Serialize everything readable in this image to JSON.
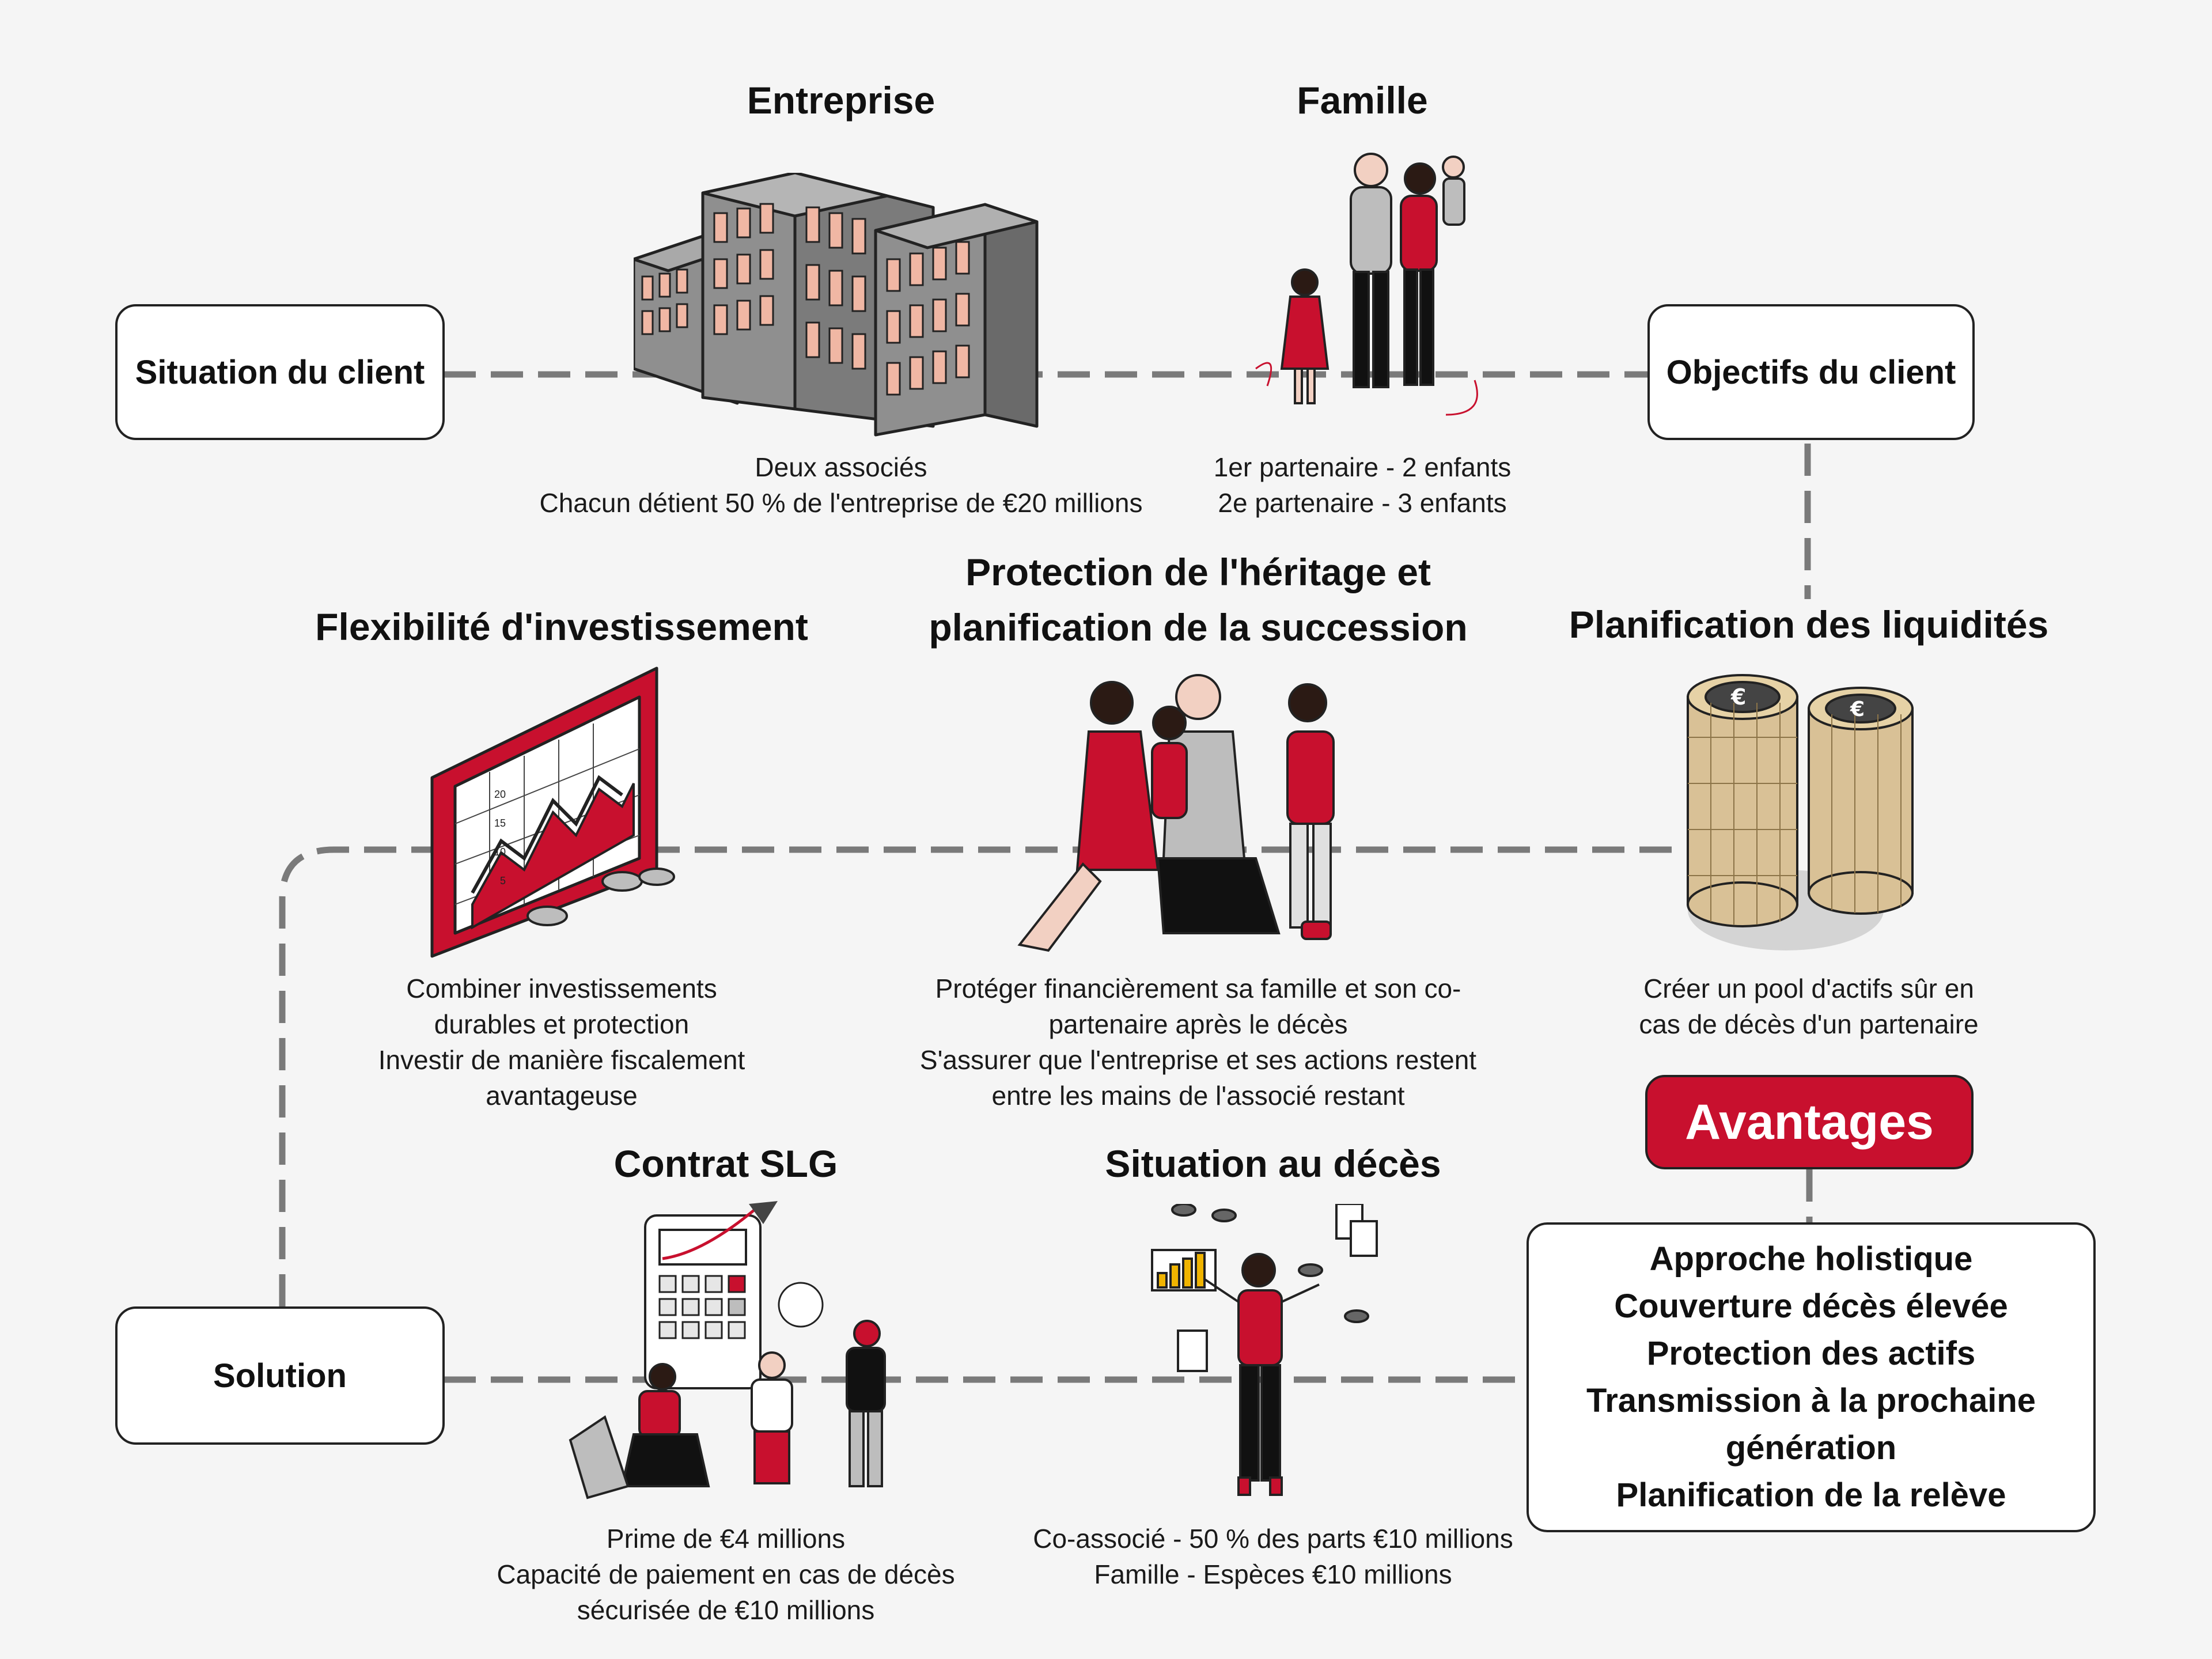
{
  "nodes": {
    "situation": "Situation du client",
    "objectifs": "Objectifs du client",
    "solution": "Solution"
  },
  "entreprise": {
    "title": "Entreprise",
    "lines": [
      "Deux associés",
      "Chacun détient 50 % de l'entreprise de €20 millions"
    ]
  },
  "famille": {
    "title": "Famille",
    "lines": [
      "1er partenaire - 2 enfants",
      "2e partenaire - 3 enfants"
    ]
  },
  "flexibilite": {
    "title": "Flexibilité d'investissement",
    "lines": [
      "Combiner investissements",
      "durables et protection",
      "Investir de manière fiscalement",
      "avantageuse"
    ],
    "chart_ticks": [
      "20",
      "15",
      "10",
      "5"
    ]
  },
  "protection": {
    "title_lines": [
      "Protection de l'héritage et",
      "planification de la succession"
    ],
    "lines": [
      "Protéger financièrement sa famille et son co-",
      "partenaire après le décès",
      "S'assurer que l'entreprise et ses actions restent",
      "entre les mains de l'associé restant"
    ]
  },
  "liquidites": {
    "title": "Planification des liquidités",
    "lines": [
      "Créer un pool d'actifs sûr en",
      "cas de décès d'un partenaire"
    ]
  },
  "contrat": {
    "title": "Contrat SLG",
    "lines": [
      "Prime de €4 millions",
      "Capacité de paiement en cas de décès",
      "sécurisée de €10 millions"
    ]
  },
  "deces": {
    "title": "Situation au décès",
    "lines": [
      "Co-associé - 50 % des parts €10 millions",
      "Famille - Espèces €10 millions"
    ]
  },
  "avantages": {
    "title": "Avantages",
    "items": [
      "Approche holistique",
      "Couverture décès élevée",
      "Protection des actifs",
      "Transmission à la prochaine",
      "génération",
      "Planification de la relève"
    ]
  },
  "icons": {
    "building": "office-building-icon",
    "family": "family-icon",
    "chart": "stock-chart-monitor-icon",
    "hug": "family-hug-icon",
    "coins": "euro-coins-icon",
    "team": "team-calculator-icon",
    "juggler": "juggling-businessman-icon"
  },
  "colors": {
    "accent": "#c8102e",
    "line": "#7a7a7a",
    "background": "#f5f5f5"
  }
}
